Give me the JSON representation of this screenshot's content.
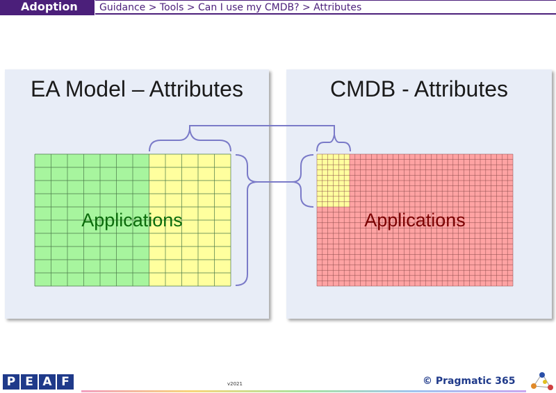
{
  "header": {
    "section": "Adoption",
    "breadcrumb": "Guidance > Tools > Can I use my CMDB? > Attributes"
  },
  "left_panel": {
    "title": "EA Model – Attributes",
    "grid_label": "Applications",
    "grid": {
      "rows": 10,
      "cols": 12,
      "highlighted_cols": 5
    }
  },
  "right_panel": {
    "title": "CMDB - Attributes",
    "grid_label": "Applications",
    "grid": {
      "rows": 25,
      "cols": 36,
      "highlight_rows": 10,
      "highlight_cols": 6
    }
  },
  "colors": {
    "green_fill": "#a7f59e",
    "yellow_fill": "#ffff9e",
    "red_fill": "#ffa3a3",
    "left_label": "#0b6b0b",
    "right_label": "#7a0000",
    "connector": "#7a7ac8"
  },
  "footer": {
    "logo_letters": [
      "P",
      "E",
      "A",
      "F"
    ],
    "version": "v2021",
    "copyright": "© Pragmatic 365"
  }
}
